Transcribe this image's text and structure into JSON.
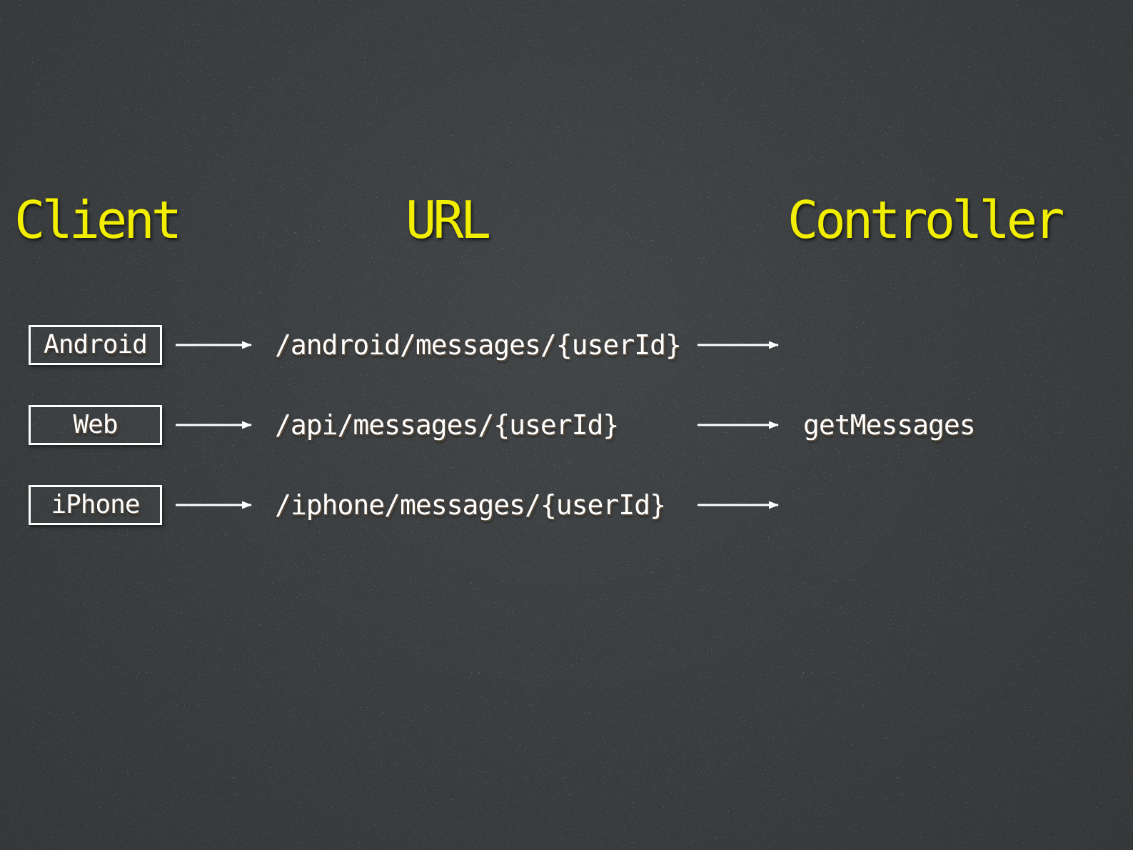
{
  "headers": {
    "client": "Client",
    "url": "URL",
    "controller": "Controller"
  },
  "rows": [
    {
      "client": "Android",
      "url": "/android/messages/{userId}"
    },
    {
      "client": "Web",
      "url": "/api/messages/{userId}"
    },
    {
      "client": "iPhone",
      "url": "/iphone/messages/{userId}"
    }
  ],
  "controller": {
    "method": "getMessages"
  },
  "colors": {
    "background": "#35383a",
    "header_text": "#f2ee00",
    "body_text": "#ffffff",
    "box_border": "#ffffff",
    "arrow": "#ffffff"
  }
}
